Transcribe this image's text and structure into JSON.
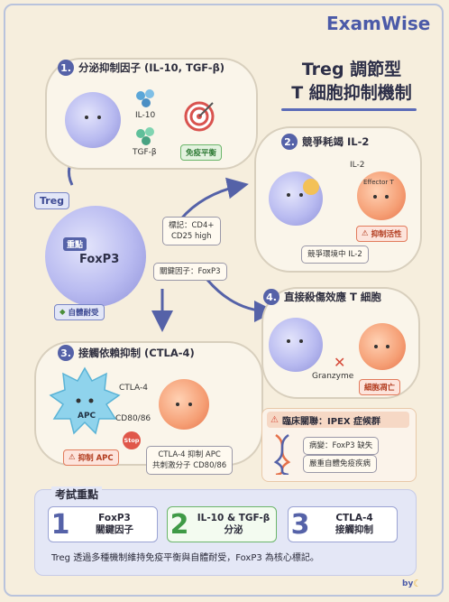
{
  "brand": "ExamWise",
  "title_line1": "Treg 調節型",
  "title_line2": "T 細胞抑制機制",
  "center": {
    "treg_label": "Treg",
    "key_point_badge": "重點",
    "foxp3": "FoxP3",
    "marker_line1": "標記：CD4+",
    "marker_line2": "CD25 high",
    "key_factor": "關鍵因子：FoxP3",
    "autotolerance": "自體耐受"
  },
  "sections": {
    "s1": {
      "num": "1.",
      "title": "分泌抑制因子 (IL-10, TGF-β)",
      "il10": "IL-10",
      "tgfb": "TGF-β",
      "tag": "免疫平衡"
    },
    "s2": {
      "num": "2.",
      "title": "競爭耗竭 IL-2",
      "il2": "IL-2",
      "effector": "Effector T",
      "tag": "抑制活性",
      "note": "競爭環境中 IL-2"
    },
    "s3": {
      "num": "3.",
      "title": "接觸依賴抑制 (CTLA-4)",
      "ctla4": "CTLA-4",
      "apc": "APC",
      "cd8086": "CD80/86",
      "stop": "Stop",
      "tag": "抑制 APC",
      "note_line1": "CTLA-4 抑制 APC",
      "note_line2": "共刺激分子 CD80/86"
    },
    "s4": {
      "num": "4.",
      "title": "直接殺傷效應 T 細胞",
      "granzyme": "Granzyme",
      "tag": "細胞凋亡"
    }
  },
  "clinical": {
    "title": "臨床關聯：IPEX 症候群",
    "line1": "病變：FoxP3 缺失",
    "line2": "嚴重自體免疫疾病"
  },
  "key_points": {
    "heading": "考試重點",
    "items": [
      {
        "num": "1",
        "line1": "FoxP3",
        "line2": "關鍵因子"
      },
      {
        "num": "2",
        "line1": "IL-10 & TGF-β",
        "line2": "分泌"
      },
      {
        "num": "3",
        "line1": "CTLA-4",
        "line2": "接觸抑制"
      }
    ],
    "summary": "Treg 透過多種機制維持免疫平衡與自體耐受，FoxP3 為核心標記。"
  },
  "signature": "by",
  "colors": {
    "accent": "#5562a8",
    "treg": "#a9acec",
    "effector": "#f08a5d",
    "background": "#f6eedd"
  }
}
